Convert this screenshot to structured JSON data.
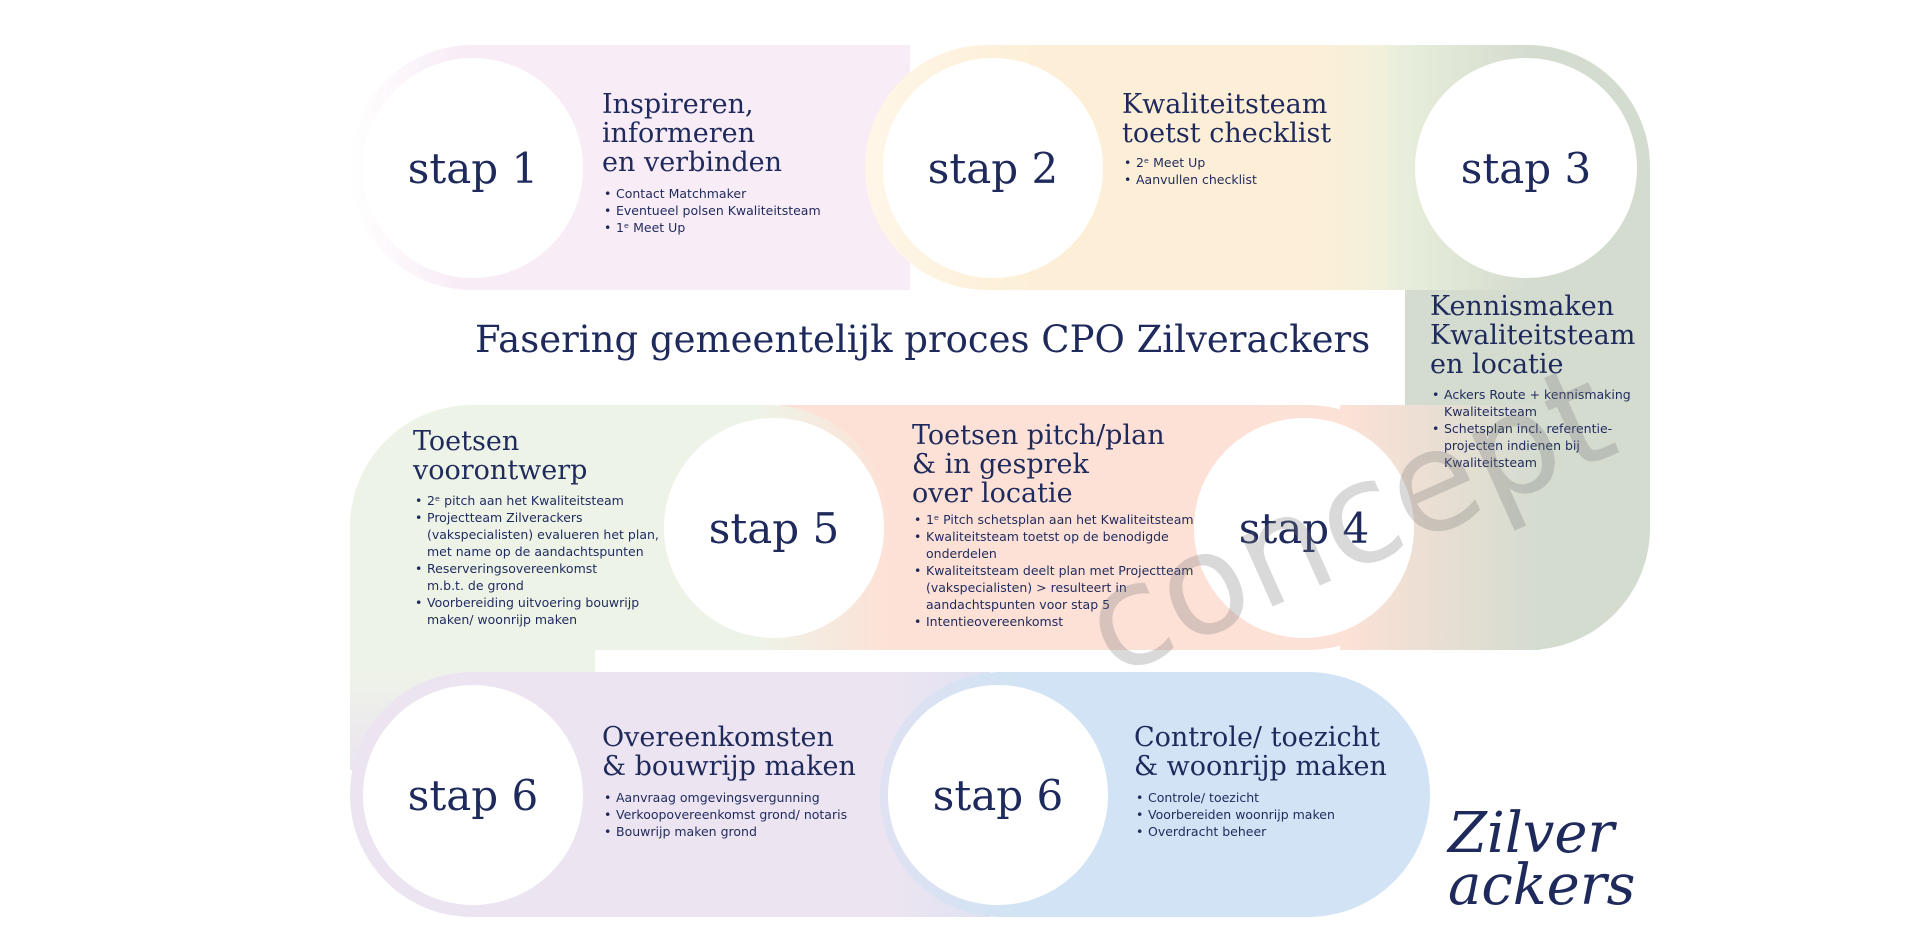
{
  "page_title": "Fasering gemeentelijk proces CPO Zilverackers",
  "watermark": "concept",
  "logo": {
    "line1": "Zilver",
    "line2": "ackers"
  },
  "colors": {
    "pink": "#f8ecf6",
    "yellow": "#fdefd7",
    "green": "#d4dcd0",
    "lightgreen": "#eef3e8",
    "salmon": "#fde1d6",
    "lavender": "#ece4f1",
    "blue": "#d1e3f4",
    "navy": "#1f2a5c"
  },
  "steps": {
    "s1": {
      "label": "stap 1",
      "heading": "Inspireren,\ninformeren\nen verbinden",
      "bullets": [
        "Contact Matchmaker",
        "Eventueel polsen Kwaliteitsteam",
        "1ᵉ Meet Up"
      ]
    },
    "s2": {
      "label": "stap 2",
      "heading": "Kwaliteitsteam\ntoetst checklist",
      "bullets": [
        "2ᵉ Meet Up",
        "Aanvullen checklist"
      ]
    },
    "s3": {
      "label": "stap 3",
      "heading": "Kennismaken\nKwaliteitsteam\nen locatie",
      "bullets": [
        "Ackers Route + kennismaking\nKwaliteitsteam",
        "Schetsplan incl. referentie-\nprojecten indienen bij\nKwaliteitsteam"
      ]
    },
    "s4": {
      "label": "stap 4",
      "heading": "Toetsen pitch/plan\n& in gesprek\nover locatie",
      "bullets": [
        "1ᵉ Pitch schetsplan aan het Kwaliteitsteam",
        "Kwaliteitsteam toetst op de benodigde\nonderdelen",
        "Kwaliteitsteam deelt plan met Projectteam\n(vakspecialisten) > resulteert in\naandachtspunten voor stap 5",
        "Intentieovereenkomst"
      ]
    },
    "s5": {
      "label": "stap 5",
      "heading": "Toetsen\nvoorontwerp",
      "bullets": [
        "2ᵉ pitch aan het Kwaliteitsteam",
        "Projectteam Zilverackers\n(vakspecialisten) evalueren het plan,\nmet name op de aandachtspunten",
        "Reserveringsovereenkomst\nm.b.t. de grond",
        "Voorbereiding uitvoering bouwrijp\nmaken/ woonrijp maken"
      ]
    },
    "s6a": {
      "label": "stap 6",
      "heading": "Overeenkomsten\n& bouwrijp maken",
      "bullets": [
        "Aanvraag omgevingsvergunning",
        "Verkoopovereenkomst grond/ notaris",
        "Bouwrijp maken grond"
      ]
    },
    "s6b": {
      "label": "stap 6",
      "heading": "Controle/ toezicht\n& woonrijp maken",
      "bullets": [
        "Controle/ toezicht",
        "Voorbereiden woonrijp maken",
        "Overdracht beheer"
      ]
    }
  }
}
